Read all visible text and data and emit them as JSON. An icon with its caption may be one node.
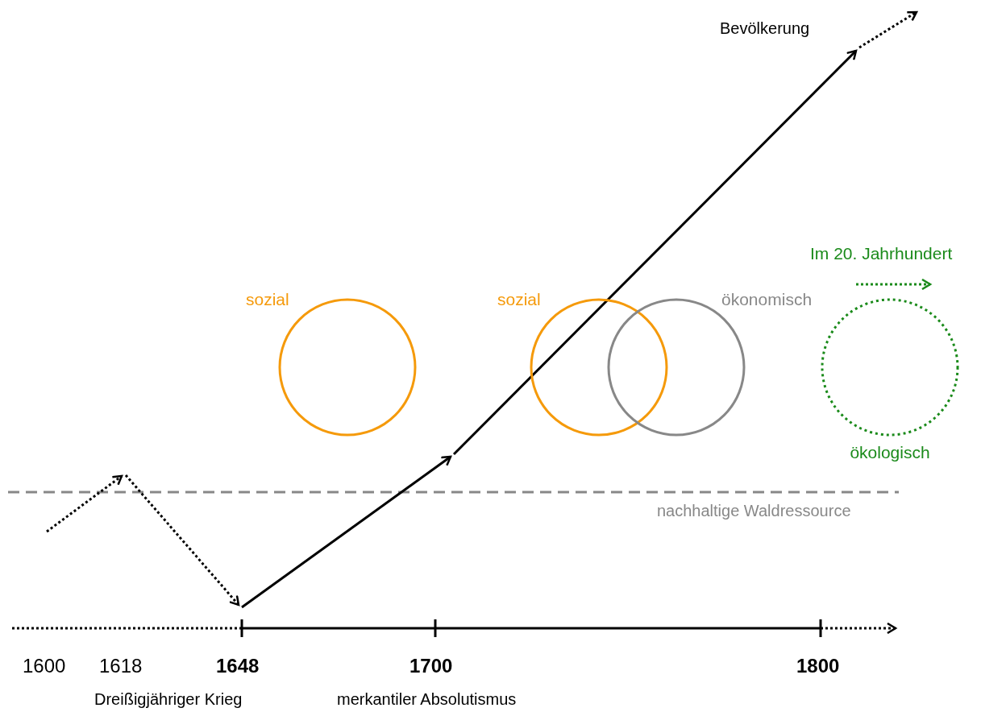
{
  "diagram": {
    "nodes": [
      {
        "text": [
          "sozial"
        ]
      },
      {
        "text": [
          "sozial"
        ]
      },
      {
        "text": [
          "ökonomisch"
        ]
      },
      {
        "text": [
          "ökologisch"
        ]
      }
    ],
    "labels": [
      "Bevölkerung",
      "Im 20. Jahrhundert",
      "nachhaltige Waldressource",
      "1600",
      "1618",
      "1648",
      "1700",
      "1800",
      "Dreißigjähriger Krieg",
      "merkantiler Absolutismus"
    ]
  }
}
